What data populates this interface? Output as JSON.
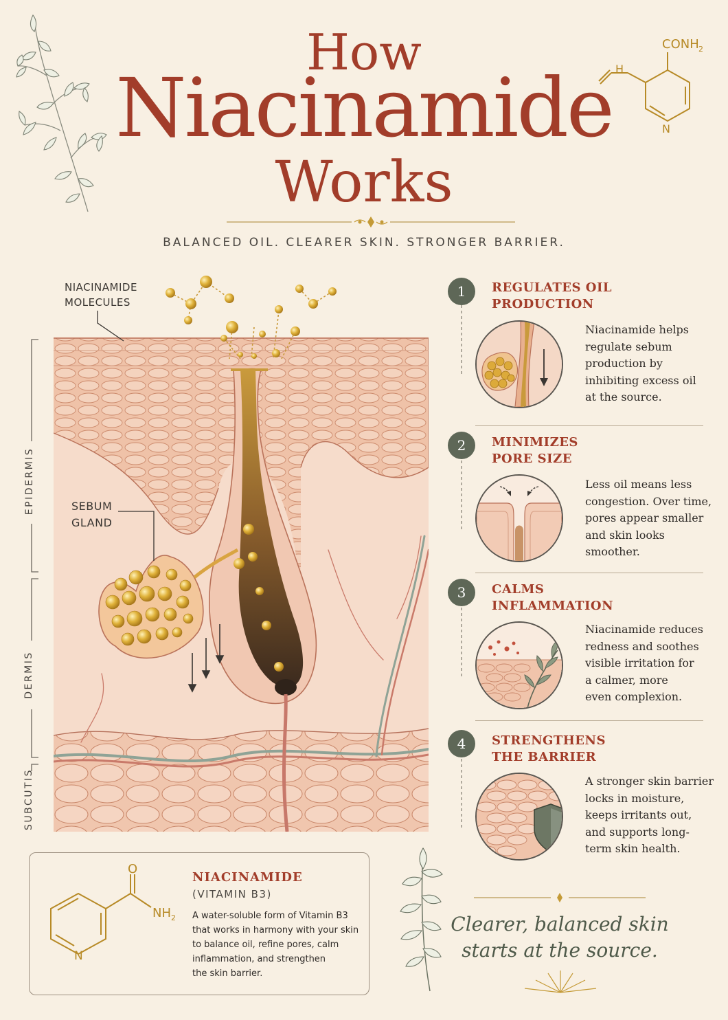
{
  "header": {
    "title_line1": "How",
    "title_line2": "Niacinamide",
    "title_line3": "Works",
    "tagline": "BALANCED OIL. CLEARER SKIN. STRONGER BARRIER.",
    "molecule_group": "CONH",
    "molecule_group_sub": "2",
    "molecule_h": "H",
    "molecule_n": "N"
  },
  "diagram": {
    "label_molecules_line1": "NIACINAMIDE",
    "label_molecules_line2": "MOLECULES",
    "label_gland_line1": "SEBUM",
    "label_gland_line2": "GLAND",
    "layer_epidermis": "EPIDERMIS",
    "layer_dermis": "DERMIS",
    "layer_subcutis": "SUBCUTIS"
  },
  "steps": [
    {
      "number": "1",
      "title_line1": "REGULATES OIL",
      "title_line2": "PRODUCTION",
      "desc_lines": [
        "Niacinamide helps",
        "regulate sebum",
        "production by",
        "inhibiting excess oil",
        "at the source."
      ]
    },
    {
      "number": "2",
      "title_line1": "MINIMIZES",
      "title_line2": "PORE SIZE",
      "desc_lines": [
        "Less oil means less",
        "congestion. Over time,",
        "pores appear smaller",
        "and skin looks",
        "smoother."
      ]
    },
    {
      "number": "3",
      "title_line1": "CALMS",
      "title_line2": "INFLAMMATION",
      "desc_lines": [
        "Niacinamide reduces",
        "redness and soothes",
        "visible irritation for",
        "a calmer, more",
        "even complexion."
      ]
    },
    {
      "number": "4",
      "title_line1": "STRENGTHENS",
      "title_line2": "THE BARRIER",
      "desc_lines": [
        "A stronger skin barrier",
        "locks in moisture,",
        "keeps irritants out,",
        "and supports long-",
        "term skin health."
      ]
    }
  ],
  "info_box": {
    "title": "NIACINAMIDE",
    "subtitle": "(VITAMIN B3)",
    "desc_lines": [
      "A water-soluble form of Vitamin B3",
      "that works in harmony with your skin",
      "to balance oil, refine pores, calm",
      "inflammation, and strengthen",
      "the skin barrier."
    ],
    "molecule_o": "O",
    "molecule_nh": "NH",
    "molecule_nh_sub": "2",
    "molecule_n": "N"
  },
  "closing": {
    "line1": "Clearer, balanced skin",
    "line2": "starts at the source."
  },
  "colors": {
    "background": "#f8f0e3",
    "title": "#a23d2a",
    "accent_gold": "#c9a23a",
    "badge": "#5e6757",
    "skin": "#e9a98c"
  }
}
